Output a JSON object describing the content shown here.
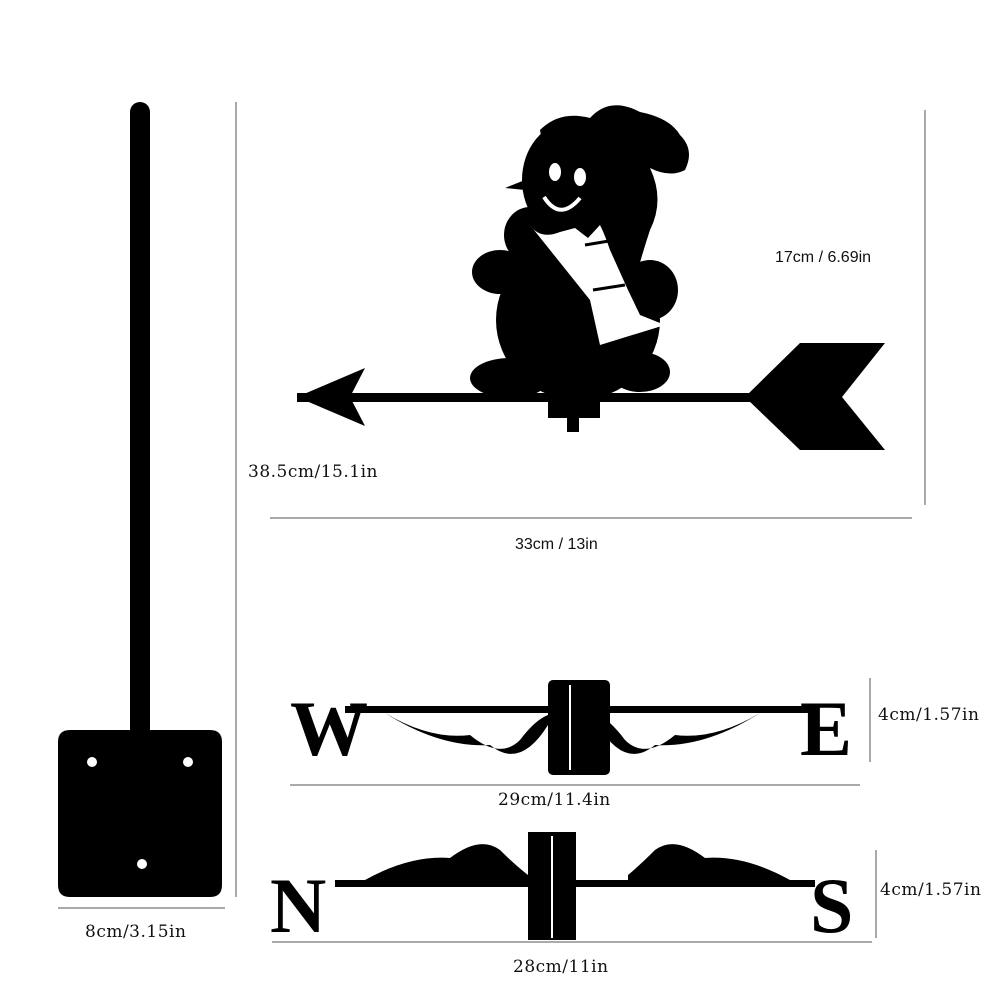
{
  "dimensions": {
    "total_height": "38.5cm/15.1in",
    "vane_height": "17cm / 6.69in",
    "vane_width": "33cm / 13in",
    "we_width": "29cm/11.4in",
    "we_height": "4cm/1.57in",
    "ns_width": "28cm/11in",
    "ns_height": "4cm/1.57in",
    "base_width": "8cm/3.15in"
  },
  "letters": {
    "w": "W",
    "e": "E",
    "n": "N",
    "s": "S"
  },
  "colors": {
    "ink": "#000000",
    "background": "#ffffff"
  }
}
